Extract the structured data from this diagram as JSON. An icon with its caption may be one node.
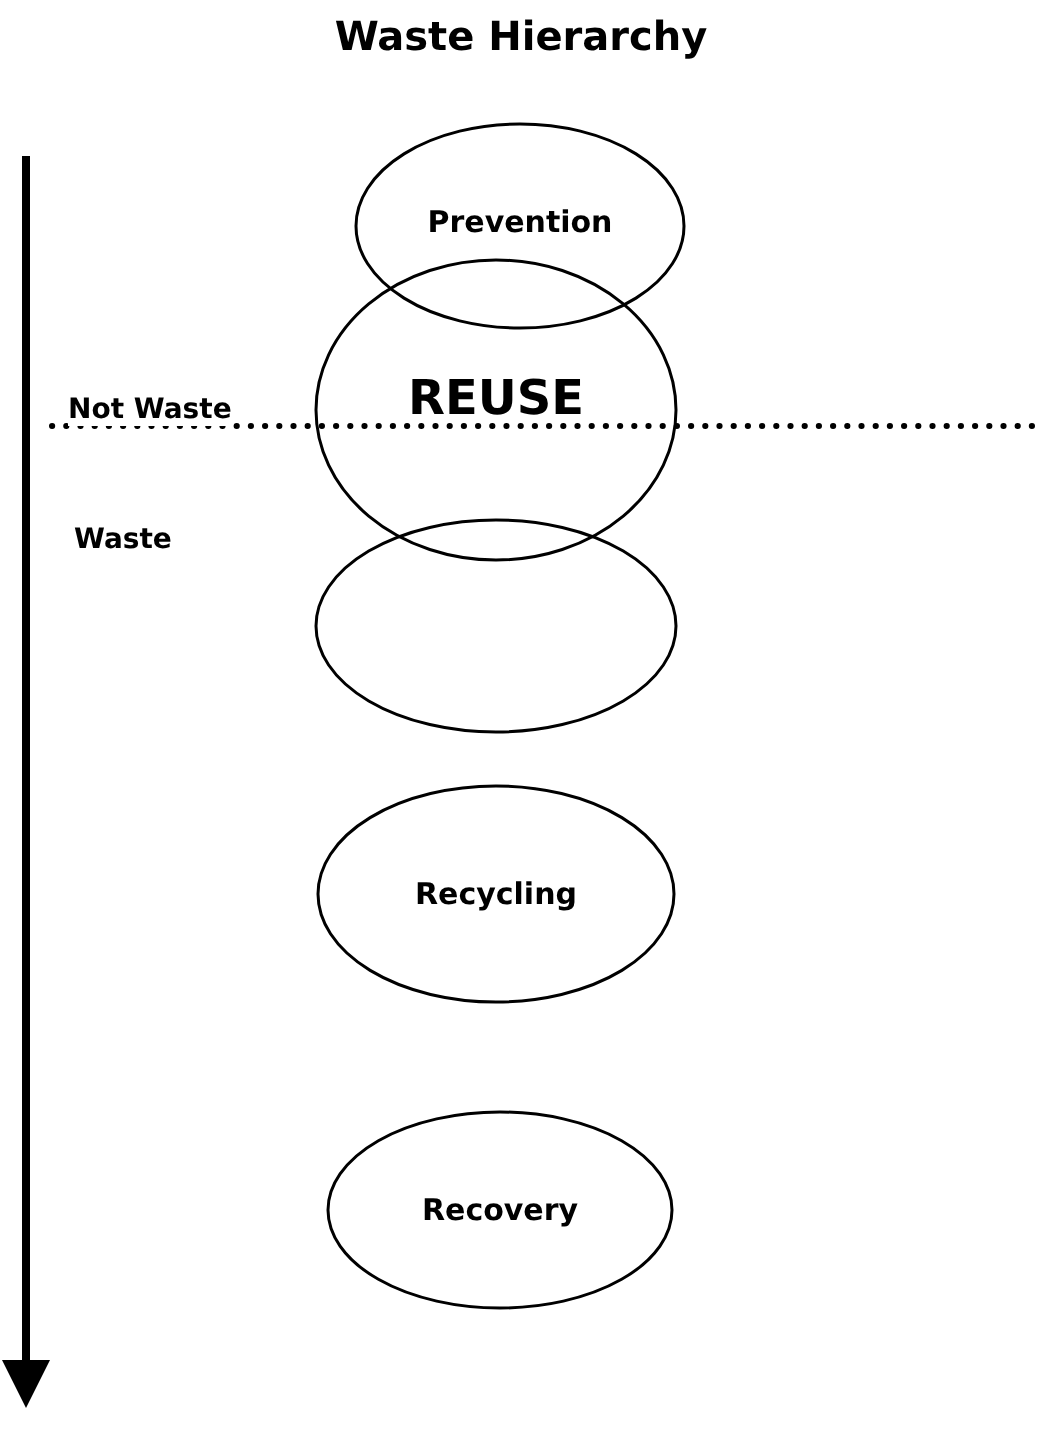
{
  "diagram": {
    "title": "Waste Hierarchy",
    "nodes": [
      {
        "text": [
          "Prevention"
        ]
      },
      {
        "text": [
          "REUSE"
        ]
      },
      {
        "text": [],
        "shape": "ellipse"
      },
      {
        "text": [
          "Recycling"
        ]
      },
      {
        "text": [
          "Recovery"
        ]
      }
    ],
    "labels": [
      "Not Waste",
      "Waste"
    ]
  }
}
